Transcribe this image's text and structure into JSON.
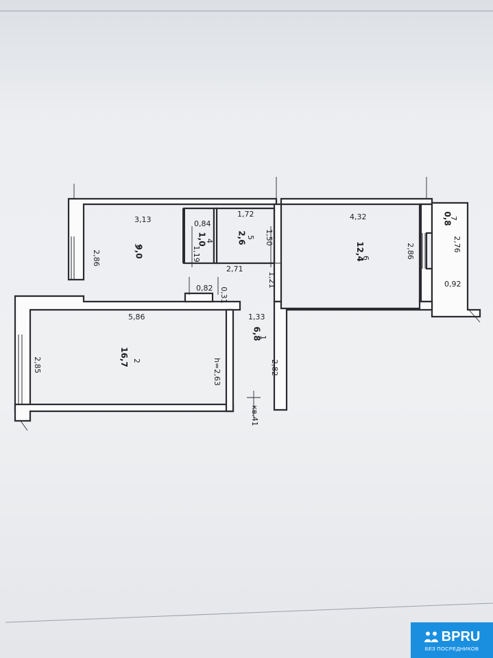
{
  "plan": {
    "rooms": [
      {
        "id": "1",
        "number": "1",
        "area": "6,8"
      },
      {
        "id": "2",
        "number": "2",
        "area": "16,7"
      },
      {
        "id": "3",
        "number": "3",
        "area": "9,0"
      },
      {
        "id": "4",
        "number": "4",
        "area": "1,0"
      },
      {
        "id": "5",
        "number": "5",
        "area": "2,6"
      },
      {
        "id": "6",
        "number": "6",
        "area": "12,4"
      },
      {
        "id": "7",
        "number": "7",
        "area": "0,8"
      }
    ],
    "dimensions": {
      "d313": "3,13",
      "d286a": "2,86",
      "d084": "0,84",
      "d172": "1,72",
      "d150": "1,50",
      "d119": "1,19",
      "d271": "2,71",
      "d082": "0,82",
      "d031": "0,31",
      "d121": "1,21",
      "d432": "4,32",
      "d286b": "2,86",
      "d276": "2,76",
      "d092": "0,92",
      "d586": "5,86",
      "d133": "1,33",
      "d285": "2,85",
      "d263": "h=2,63",
      "d282": "2,82",
      "d841": "кв.41"
    }
  },
  "watermark": {
    "brand": "BPRU",
    "tagline": "БЕЗ ПОСРЕДНИКОВ",
    "color": "#1a8fe0"
  }
}
